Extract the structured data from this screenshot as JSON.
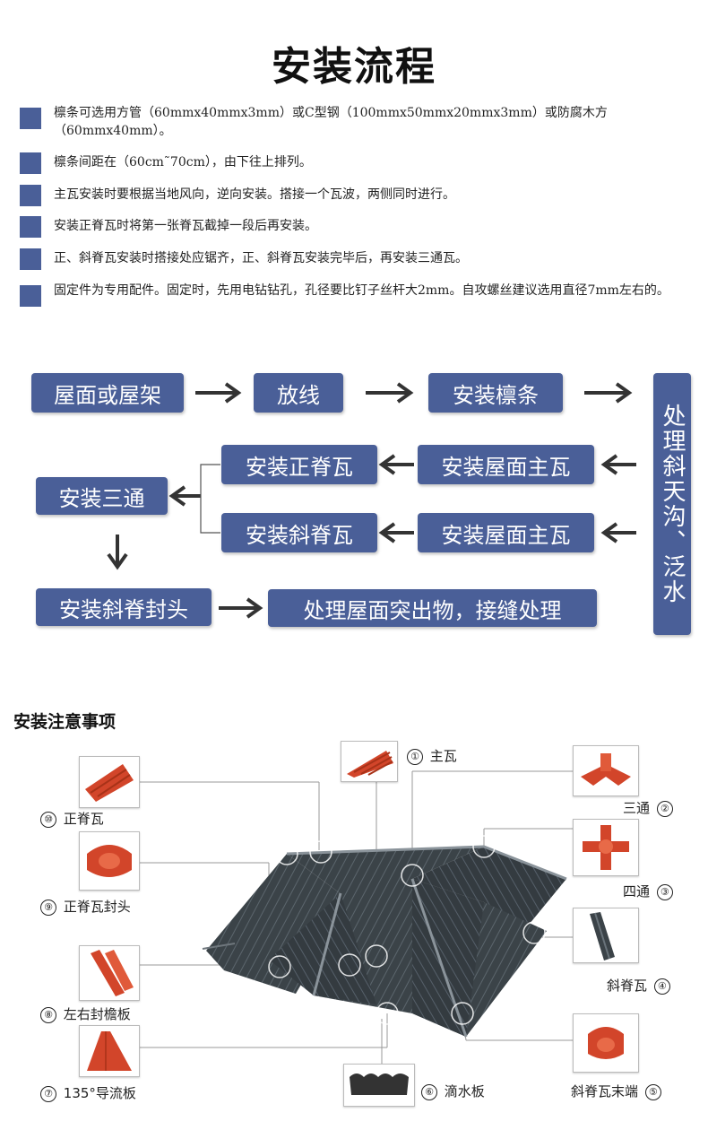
{
  "title": "安装流程",
  "notes": [
    "檩条可选用方管（60mmx40mmx3mm）或C型钢（100mmx50mmx20mmx3mm）或防腐木方（60mmx40mm）。",
    "檩条间距在（60cm˜70cm），由下往上排列。",
    "主瓦安装时要根据当地风向，逆向安装。搭接一个瓦波，两侧同时进行。",
    "安装正脊瓦时将第一张脊瓦截掉一段后再安装。",
    "正、斜脊瓦安装时搭接处应锯齐，正、斜脊瓦安装完毕后，再安装三通瓦。",
    "固定件为专用配件。固定时，先用电钻钻孔，孔径要比钉子丝杆大2mm。自攻螺丝建议选用直径7mm左右的。"
  ],
  "flow": {
    "step1": "屋面或屋架",
    "step2": "放线",
    "step3": "安装檩条",
    "step4": "处理斜天沟、泛水",
    "step5a": "安装屋面主瓦",
    "step5b": "安装屋面主瓦",
    "step6a": "安装正脊瓦",
    "step6b": "安装斜脊瓦",
    "step7": "安装三通",
    "step8": "安装斜脊封头",
    "step9": "处理屋面突出物，接缝处理"
  },
  "notes_section": {
    "title": "安装注意事项",
    "parts": [
      {
        "num": "①",
        "name": "主瓦"
      },
      {
        "num": "②",
        "name": "三通"
      },
      {
        "num": "③",
        "name": "四通"
      },
      {
        "num": "④",
        "name": "斜脊瓦"
      },
      {
        "num": "⑤",
        "name": "斜脊瓦末端"
      },
      {
        "num": "⑥",
        "name": "滴水板"
      },
      {
        "num": "⑦",
        "name": "135°导流板"
      },
      {
        "num": "⑧",
        "name": "左右封檐板"
      },
      {
        "num": "⑨",
        "name": "正脊瓦封头"
      },
      {
        "num": "⑩",
        "name": "正脊瓦"
      }
    ]
  },
  "colors": {
    "accent": "#4a5f98",
    "tile_red": "#d2452a",
    "roof": "#3b4348"
  }
}
